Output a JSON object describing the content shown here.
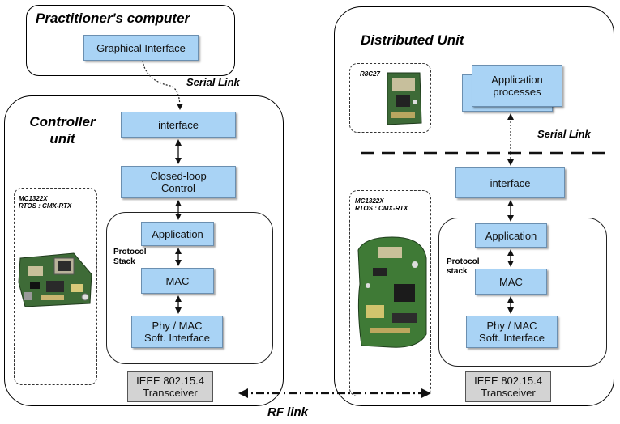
{
  "practitioner": {
    "title": "Practitioner's computer",
    "gui_label": "Graphical Interface"
  },
  "links": {
    "serial_left": "Serial Link",
    "serial_right": "Serial Link",
    "rf": "RF link"
  },
  "controller": {
    "title": "Controller\nunit",
    "chip_label": "MC1322X\nRTOS : CMX-RTX",
    "interface": "interface",
    "closed_loop": "Closed-loop\nControl",
    "protocol_stack": "Protocol\nStack",
    "application": "Application",
    "mac": "MAC",
    "phy": "Phy / MAC\nSoft. Interface",
    "transceiver": "IEEE 802.15.4\nTransceiver"
  },
  "distributed": {
    "title": "Distributed Unit",
    "chip_top_label": "R8C27",
    "app_processes": "Application\nprocesses",
    "chip_label": "MC1322X\nRTOS : CMX-RTX",
    "interface": "interface",
    "protocol_stack": "Protocol\nstack",
    "application": "Application",
    "mac": "MAC",
    "phy": "Phy / MAC\nSoft. Interface",
    "transceiver": "IEEE 802.15.4\nTransceiver"
  }
}
